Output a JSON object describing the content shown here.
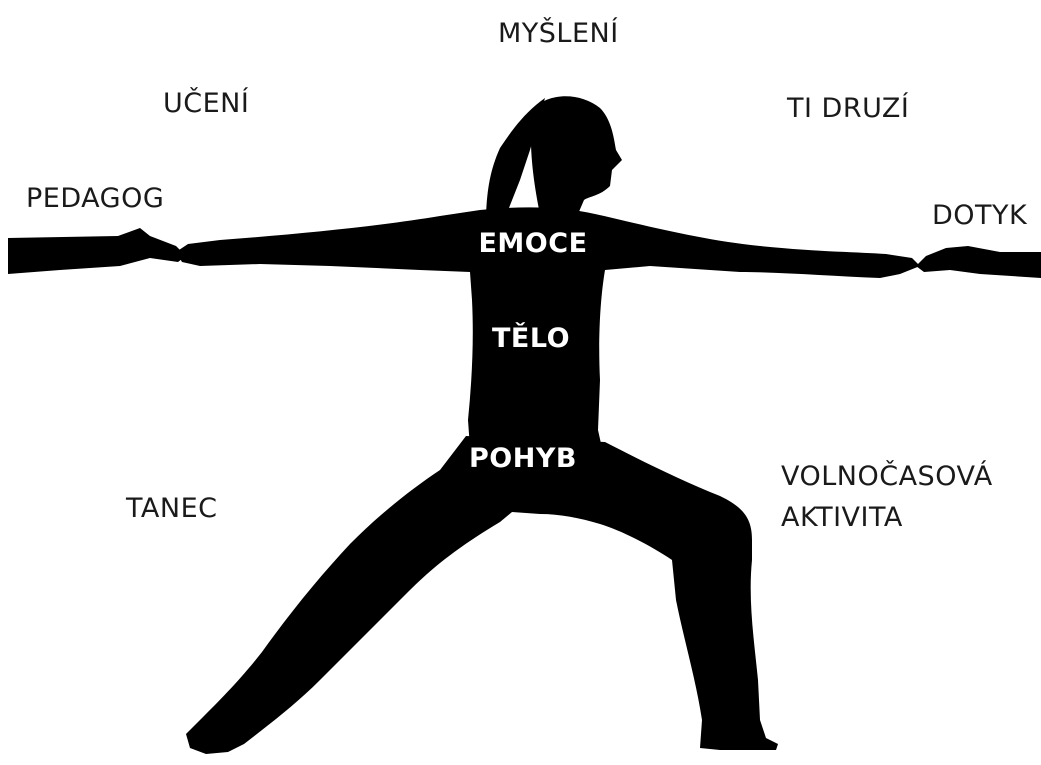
{
  "outer_labels": {
    "mysleni": "MYŠLENÍ",
    "uceni": "UČENÍ",
    "ti_druzi": "TI DRUZÍ",
    "pedagog": "PEDAGOG",
    "dotyk": "DOTYK",
    "tanec": "TANEC",
    "volnocasova": "VOLNOČASOVÁ",
    "aktivita": "AKTIVITA"
  },
  "inner_labels": {
    "emoce": "EMOCE",
    "telo": "TĚLO",
    "pohyb": "POHYB"
  },
  "colors": {
    "silhouette": "#000000",
    "background": "#ffffff",
    "outer_text": "#1a1a1a",
    "inner_text": "#ffffff"
  }
}
